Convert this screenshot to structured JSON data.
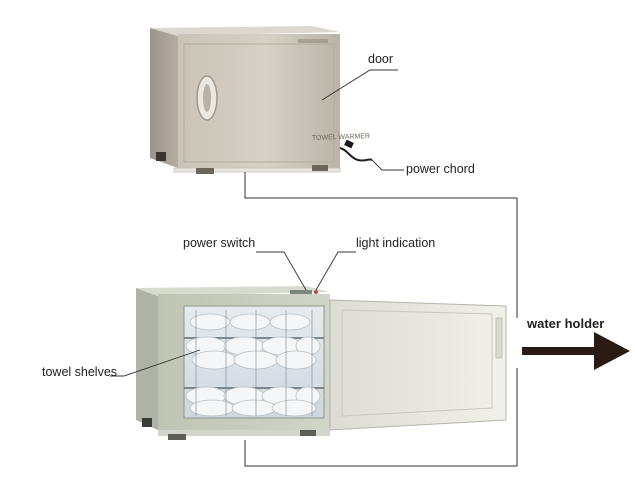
{
  "diagram": {
    "labels": {
      "door": "door",
      "power_chord": "power chord",
      "power_switch": "power switch",
      "light_indication": "light indication",
      "water_holder": "water holder",
      "towel_shelves": "towel shelves"
    },
    "brand_text": "TOWEL WARMER",
    "colors": {
      "cabinet_top": "#cfc9bf",
      "cabinet_front": "#c4beb3",
      "cabinet_side": "#a9a398",
      "open_body": "#c9cec0",
      "door_panel": "#ecece4",
      "arrow": "#2a1a14",
      "line": "#333333"
    }
  }
}
